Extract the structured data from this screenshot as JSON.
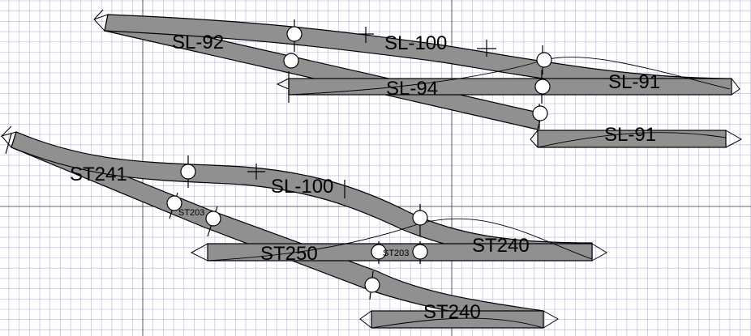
{
  "colors": {
    "background": "#ffffff",
    "grid_minor": "#b4b4dc",
    "grid_major": "#3c3c3c",
    "track_fill": "#909090",
    "outline": "#000000",
    "joint_fill": "#ffffff"
  },
  "labels": {
    "sl_92": "SL-92",
    "sl_100_top": "SL-100",
    "sl_94": "SL-94",
    "sl_91_upper": "SL-91",
    "sl_91_lower": "SL-91",
    "st241": "ST241",
    "sl_100_bottom": "SL-100",
    "st203_left": "ST203",
    "st250": "ST250",
    "st203_right": "ST203",
    "st240_upper": "ST240",
    "st240_lower": "ST240"
  }
}
